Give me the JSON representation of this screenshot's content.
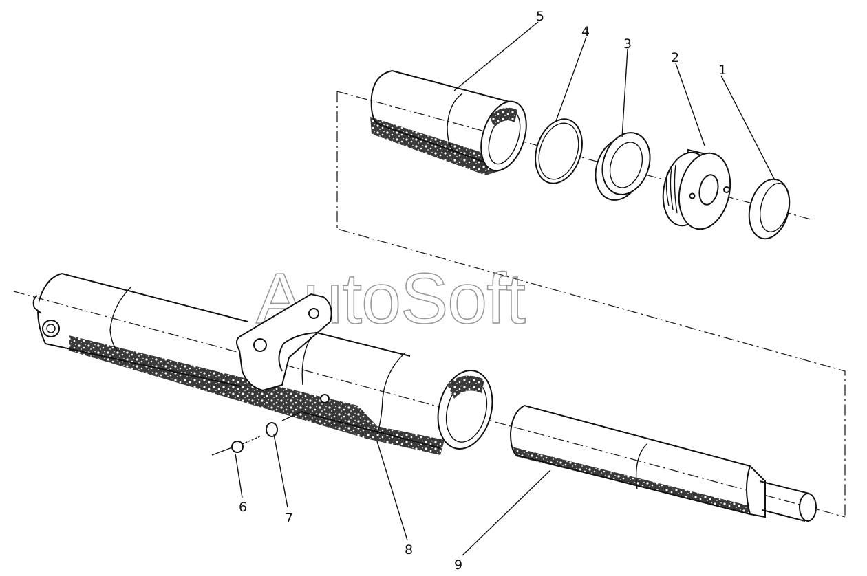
{
  "diagram": {
    "watermark": "AutoSoft",
    "callouts": [
      {
        "id": "1",
        "label": "1"
      },
      {
        "id": "2",
        "label": "2"
      },
      {
        "id": "3",
        "label": "3"
      },
      {
        "id": "4",
        "label": "4"
      },
      {
        "id": "5",
        "label": "5"
      },
      {
        "id": "6",
        "label": "6"
      },
      {
        "id": "7",
        "label": "7"
      },
      {
        "id": "8",
        "label": "8"
      },
      {
        "id": "9",
        "label": "9"
      }
    ]
  }
}
